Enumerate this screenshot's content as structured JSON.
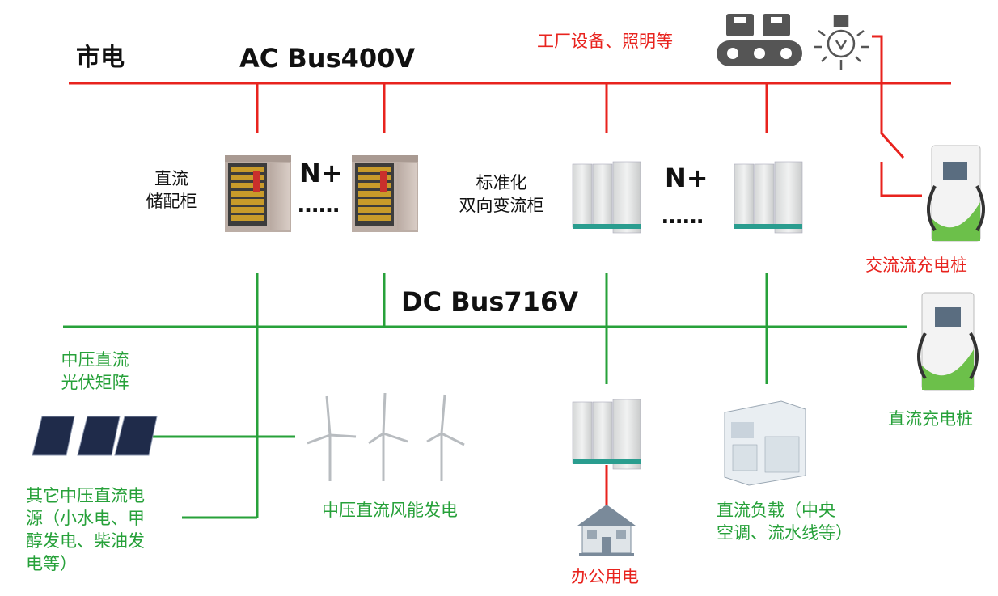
{
  "grid": {
    "label": "市电",
    "ac_bus": "AC Bus400V",
    "dc_bus": "DC Bus716V"
  },
  "storage": {
    "label_line1": "直流",
    "label_line2": "储配柜",
    "count": "N+",
    "ellipsis": "……"
  },
  "converter": {
    "label_line1": "标准化",
    "label_line2": "双向变流柜",
    "count": "N+",
    "ellipsis": "……"
  },
  "loads": {
    "factory": "工厂设备、照明等",
    "ac_charger": "交流流充电桩",
    "dc_charger": "直流充电桩",
    "office": "办公用电",
    "dc_load_line1": "直流负载（中央",
    "dc_load_line2": "空调、流水线等）"
  },
  "sources": {
    "pv_line1": "中压直流",
    "pv_line2": "光伏矩阵",
    "wind": "中压直流风能发电",
    "other_line1": "其它中压直流电",
    "other_line2": "源（小水电、甲",
    "other_line3": "醇发电、柴油发",
    "other_line4": "电等）"
  },
  "colors": {
    "ac_bus": "#e8231e",
    "dc_bus": "#27a13a"
  }
}
